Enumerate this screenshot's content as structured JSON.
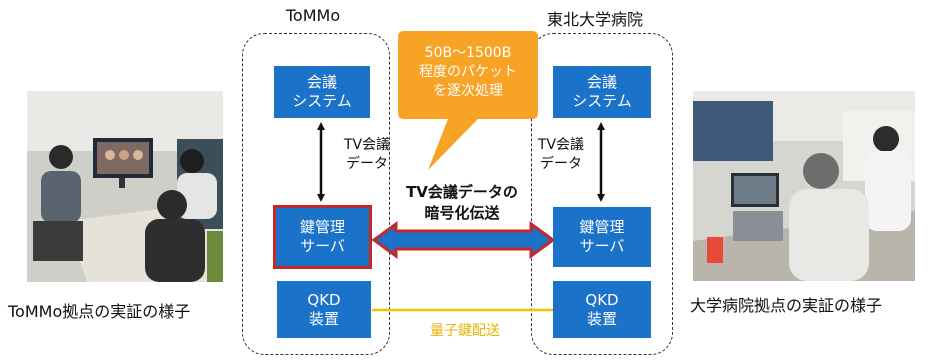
{
  "sites": {
    "left_title": "ToMMo",
    "right_title": "東北大学病院"
  },
  "left_column": {
    "conference_box": [
      "会議",
      "システム"
    ],
    "key_box": [
      "鍵管理",
      "サーバ"
    ],
    "qkd_box": [
      "QKD",
      "装置"
    ],
    "tv_label": [
      "TV会議",
      "データ"
    ]
  },
  "right_column": {
    "conference_box": [
      "会議",
      "システム"
    ],
    "key_box": [
      "鍵管理",
      "サーバ"
    ],
    "qkd_box": [
      "QKD",
      "装置"
    ],
    "tv_label": [
      "TV会議",
      "データ"
    ]
  },
  "bubble": [
    "50B〜1500B",
    "程度のパケット",
    "を逐次処理"
  ],
  "encrypted_link_label": [
    "TV会議データの",
    "暗号化伝送"
  ],
  "qkd_link_label": "量子鍵配送",
  "captions": {
    "left_photo": "ToMMo拠点の実証の様子",
    "right_photo": "大学病院拠点の実証の様子"
  },
  "colors": {
    "box_blue": "#1a72c9",
    "key_border_red": "#c62828",
    "bubble_orange": "#f7a325",
    "qkd_line_yellow": "#f2c200",
    "arrow_red": "#c62828"
  },
  "icons": {
    "left_photo": "office-videoconference-photo",
    "right_photo": "hospital-videoconference-photo"
  }
}
